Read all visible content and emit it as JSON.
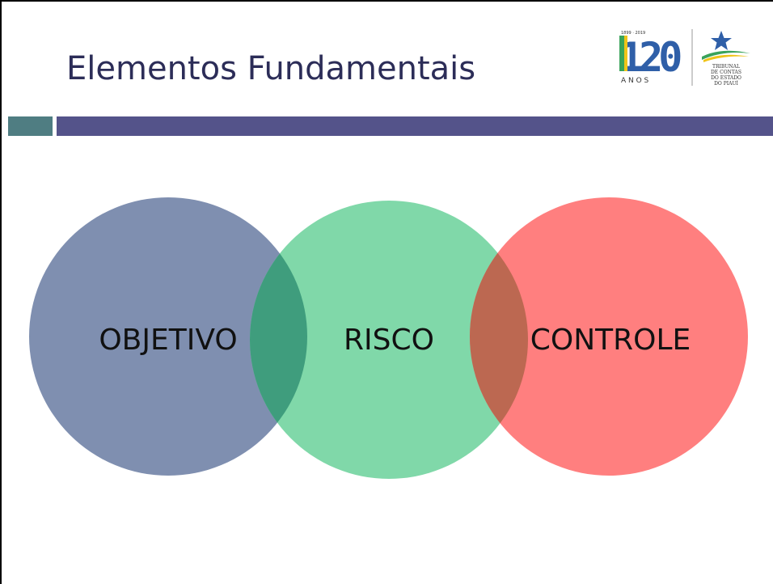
{
  "slide": {
    "title": "Elementos Fundamentais"
  },
  "logo": {
    "anniversary_number": "120",
    "anniversary_years_top": "1899 · 2019",
    "anniversary_anos": "A N O S",
    "institution_line1": "TRIBUNAL",
    "institution_line2": "DE CONTAS",
    "institution_line3": "DO ESTADO",
    "institution_line4": "DO PIAUÍ"
  },
  "diagram": {
    "circles": [
      {
        "label": "OBJETIVO",
        "color": "#7f8fb0"
      },
      {
        "label": "RISCO",
        "color": "#80d8a9"
      },
      {
        "label": "CONTROLE",
        "color": "#ff7f7f"
      }
    ],
    "overlap_colors": [
      "#3f9d7d",
      "#bc6851"
    ]
  },
  "colors": {
    "title": "#2c2d58",
    "accent_bar": "#54538a",
    "accent_bar_small": "#4f7d82"
  }
}
